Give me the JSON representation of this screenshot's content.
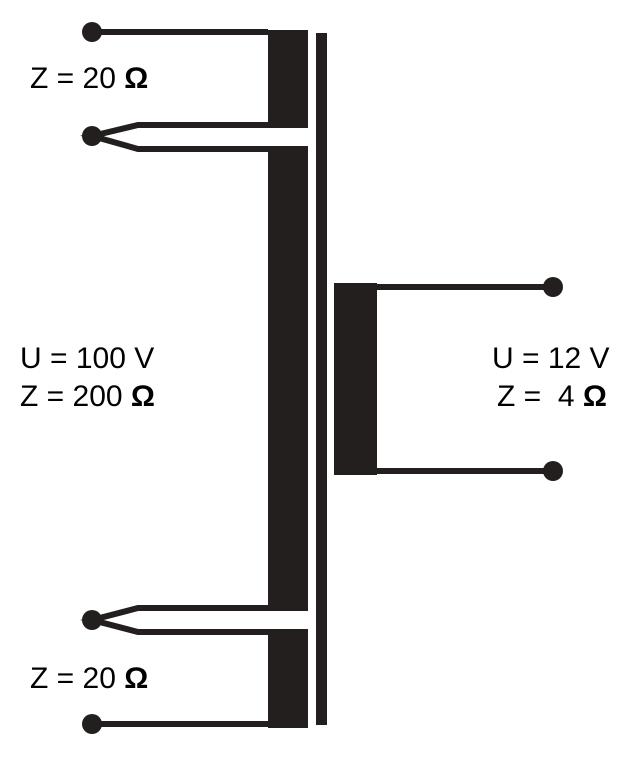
{
  "colors": {
    "ink": "#231f1f",
    "background": "#ffffff"
  },
  "labels": {
    "top_tap": {
      "prefix": "Z = 20",
      "unit": "Ω"
    },
    "primary_voltage": "U = 100 V",
    "primary_impedance": {
      "prefix": "Z = 200",
      "unit": "Ω"
    },
    "bottom_tap": {
      "prefix": "Z = 20",
      "unit": "Ω"
    },
    "secondary_voltage": "U = 12 V",
    "secondary_impedance": {
      "prefix": "Z =  4",
      "unit": "Ω"
    }
  }
}
